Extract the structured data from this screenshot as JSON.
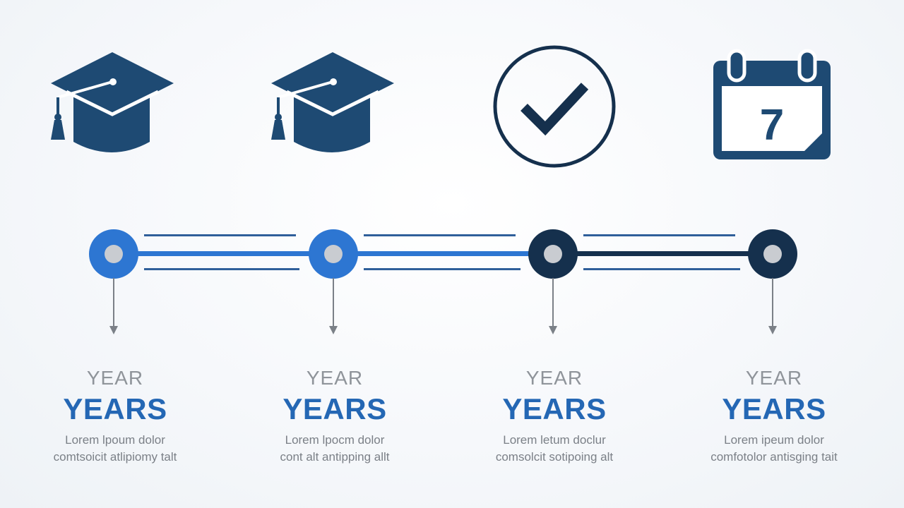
{
  "colors": {
    "navy": "#1e4a73",
    "dark_navy": "#15304d",
    "blue": "#2d76d2",
    "gray_dot": "#c9ccd1",
    "label_gray": "#8f949a",
    "years_blue": "#2467b4"
  },
  "icons": [
    {
      "name": "graduation-cap-icon"
    },
    {
      "name": "graduation-cap-icon"
    },
    {
      "name": "checkmark-circle-icon"
    },
    {
      "name": "calendar-icon",
      "text": "7"
    }
  ],
  "milestones": [
    {
      "year": "YEAR",
      "title": "YEARS",
      "desc_line1": "Lorem lpoum dolor",
      "desc_line2": "comtsoicit atlipiomy talt"
    },
    {
      "year": "YEAR",
      "title": "YEARS",
      "desc_line1": "Lorem lpocm dolor",
      "desc_line2": "cont alt antipping allt"
    },
    {
      "year": "YEAR",
      "title": "YEARS",
      "desc_line1": "Lorem letum doclur",
      "desc_line2": "comsolcit sotipoing alt"
    },
    {
      "year": "YEAR",
      "title": "YEARS",
      "desc_line1": "Lorem ipeum dolor",
      "desc_line2": "comfotolor antisging tait"
    }
  ]
}
